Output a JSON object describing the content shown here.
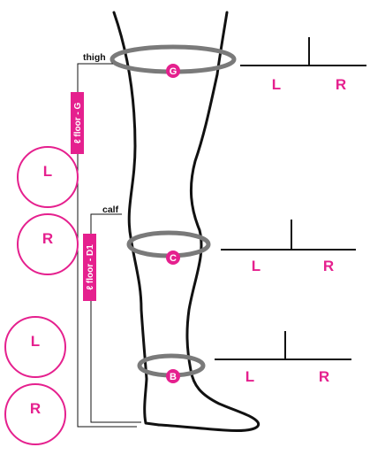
{
  "labels": {
    "thigh": "thigh",
    "calf": "calf",
    "floor_g": "ℓ floor - G",
    "floor_d1": "ℓ floor - D1"
  },
  "points": {
    "g": "G",
    "c": "C",
    "b": "B"
  },
  "circles": {
    "l1": "L",
    "r1": "R",
    "l2": "L",
    "r2": "R"
  },
  "tables": {
    "g": {
      "left": "L",
      "right": "R"
    },
    "c": {
      "left": "L",
      "right": "R"
    },
    "b": {
      "left": "L",
      "right": "R"
    }
  },
  "colors": {
    "accent": "#e5208e",
    "band": "#7a7a7a",
    "line": "#111111"
  }
}
